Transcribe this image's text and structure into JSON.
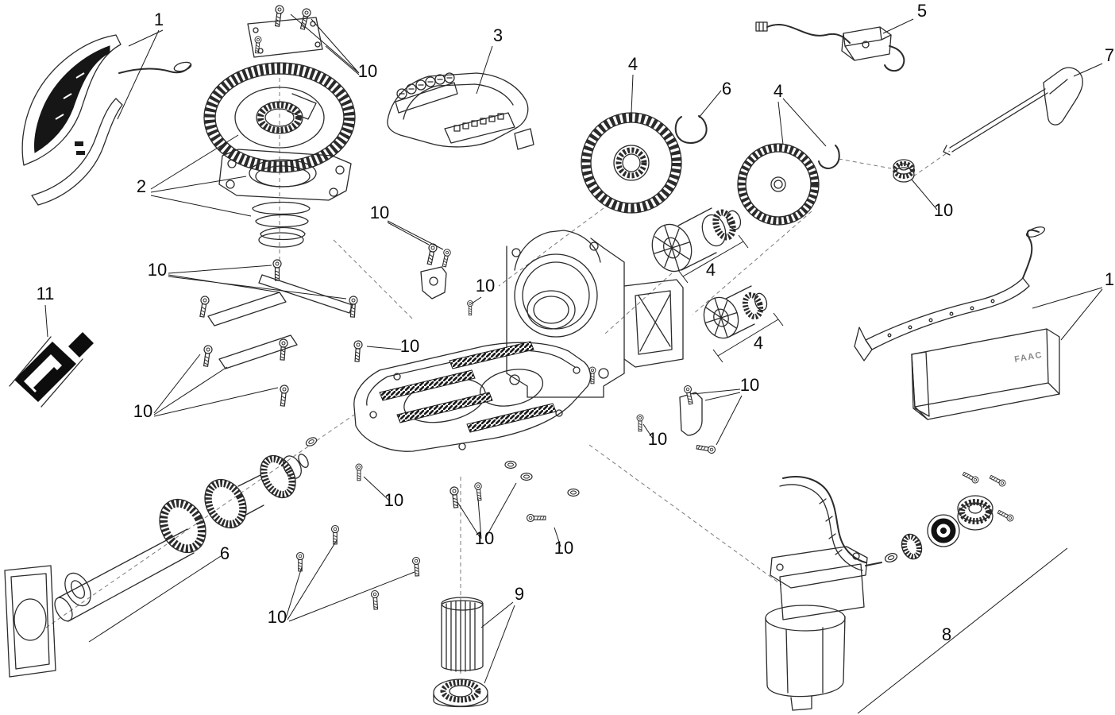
{
  "diagram": {
    "type": "exploded-parts-diagram",
    "description": "Exploded view parts diagram of a gearmotor assembly with numbered callouts",
    "brand_text": "FAAC",
    "callouts": [
      "1",
      "10",
      "3",
      "4",
      "6",
      "4",
      "5",
      "7",
      "2",
      "10",
      "10",
      "10",
      "10",
      "1",
      "11",
      "10",
      "4",
      "4",
      "10",
      "10",
      "10",
      "6",
      "10",
      "10",
      "10",
      "10",
      "9",
      "8"
    ]
  }
}
